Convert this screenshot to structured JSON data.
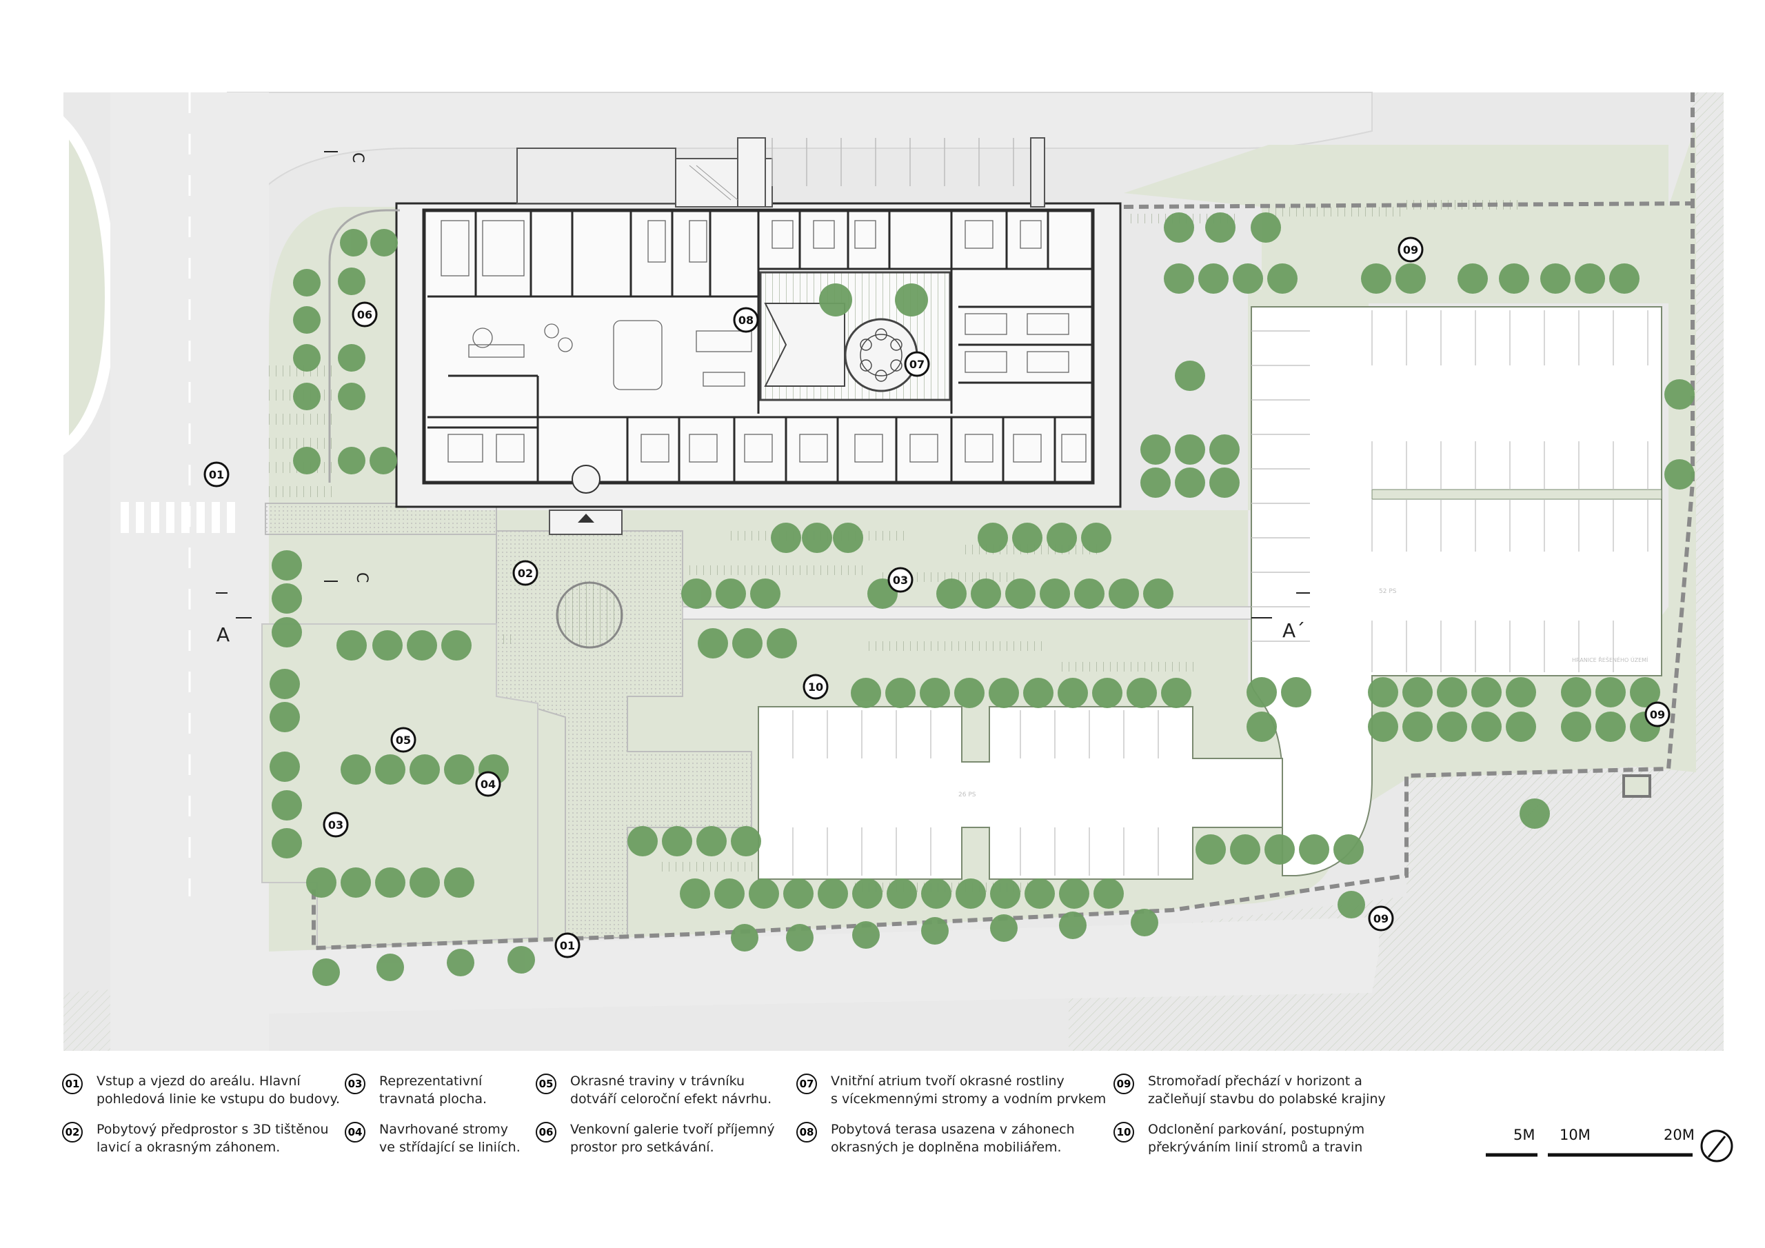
{
  "plan": {
    "markers": [
      {
        "id": "m01a",
        "label": "01"
      },
      {
        "id": "m01b",
        "label": "01"
      },
      {
        "id": "m02",
        "label": "02"
      },
      {
        "id": "m03a",
        "label": "03"
      },
      {
        "id": "m03b",
        "label": "03"
      },
      {
        "id": "m04",
        "label": "04"
      },
      {
        "id": "m05",
        "label": "05"
      },
      {
        "id": "m06",
        "label": "06"
      },
      {
        "id": "m07",
        "label": "07"
      },
      {
        "id": "m08",
        "label": "08"
      },
      {
        "id": "m09a",
        "label": "09"
      },
      {
        "id": "m09b",
        "label": "09"
      },
      {
        "id": "m09c",
        "label": "09"
      },
      {
        "id": "m10",
        "label": "10"
      }
    ],
    "section_labels": {
      "a_left": "A",
      "a_right": "A´",
      "c_top": "C",
      "c_bottom": "C"
    },
    "parking_labels": {
      "lot_east": "52 PS",
      "lot_south": "26 PS",
      "boundary_note": "HRANICE ŘEŠENÉHO ÚZEMÍ"
    }
  },
  "legend": [
    {
      "num": "01",
      "text": "Vstup a vjezd do areálu. Hlavní\npohledová linie ke vstupu do budovy."
    },
    {
      "num": "02",
      "text": "Pobytový předprostor s 3D tištěnou\nlavicí a okrasným záhonem."
    },
    {
      "num": "03",
      "text": "Reprezentativní\ntravnatá plocha."
    },
    {
      "num": "04",
      "text": "Navrhované stromy\nve střídající se liniích."
    },
    {
      "num": "05",
      "text": "Okrasné traviny v trávníku\ndotváří celoroční efekt návrhu."
    },
    {
      "num": "06",
      "text": "Venkovní galerie tvoří příjemný\nprostor pro setkávání."
    },
    {
      "num": "07",
      "text": "Vnitřní atrium tvoří okrasné rostliny\ns vícekmennými stromy a vodním prvkem"
    },
    {
      "num": "08",
      "text": "Pobytová terasa usazena v záhonech\nokrasných je doplněna mobiliářem."
    },
    {
      "num": "09",
      "text": "Stromořadí přechází v horizont a\nzačleňují stavbu do polabské krajiny"
    },
    {
      "num": "10",
      "text": "Odclonění parkování, postupným\npřekrýváním linií stromů a travin"
    }
  ],
  "scale_bar": {
    "labels": [
      "5M",
      "10M",
      "20M"
    ]
  },
  "colors": {
    "grass": "#dfe5d6",
    "tree": "#6c9c61",
    "paving": "#e4e4e4",
    "road": "#e9e9e9",
    "building_line": "#2b2b2b",
    "parking": "#ffffff"
  }
}
